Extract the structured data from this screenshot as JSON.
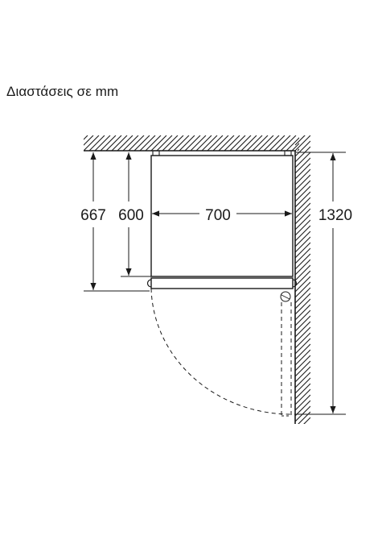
{
  "title": "Διαστάσεις σε mm",
  "dimensions": {
    "depth_with_door": "667",
    "depth": "600",
    "width": "700",
    "door_open_total": "1320"
  }
}
